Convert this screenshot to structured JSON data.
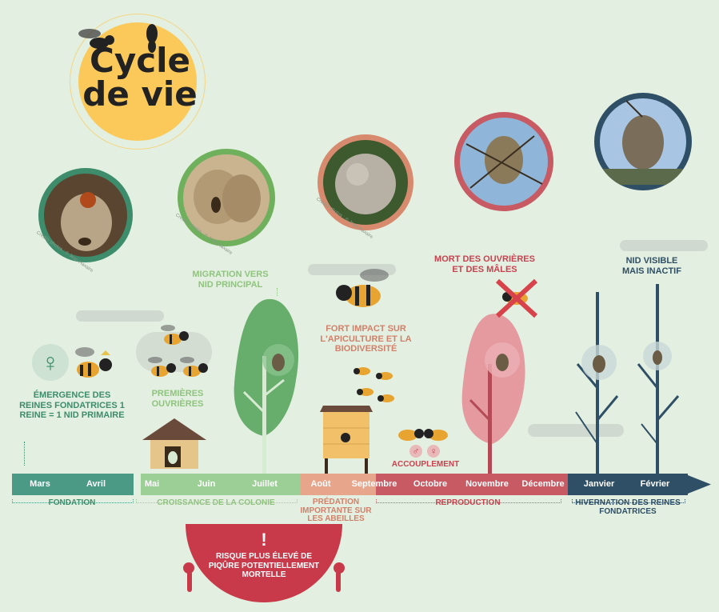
{
  "title": {
    "line1": "Cycle",
    "line2": "de vie"
  },
  "credits": {
    "c1": "Crédits photos : © Jean Haxaire",
    "c2": "Crédits photos : © Jean Haxaire",
    "c3": "Crédits photos : © Jean Haxaire"
  },
  "events": {
    "emergence": "Émergence des reines fondatrices 1 reine = 1 nid primaire",
    "premieres": "Premières ouvrières",
    "migration": "Migration vers nid principal",
    "impact": "Fort impact sur l'apiculture et la biodiversité",
    "mort": "Mort des ouvrières et des mâles",
    "visible": "Nid visible mais inactif",
    "accouplement": "Accouplement",
    "male_symbol": "♂",
    "female_symbol": "♀",
    "queen_symbol": "♀"
  },
  "months": [
    "Mars",
    "Avril",
    "Mai",
    "Juin",
    "Juillet",
    "Août",
    "Septembre",
    "Octobre",
    "Novembre",
    "Décembre",
    "Janvier",
    "Février"
  ],
  "phases": {
    "fondation": "Fondation",
    "croissance": "Croissance de la colonie",
    "predation": "Prédation importante sur les abeilles",
    "reproduction": "Reproduction",
    "hivernation": "Hivernation des reines fondatrices"
  },
  "risk": {
    "mark": "!",
    "text": "Risque plus élevé de piqûre potentiellement mortelle"
  },
  "colors": {
    "fondation": "#4a9a85",
    "croissance": "#9bcf95",
    "predation": "#e7a58b",
    "reproduction": "#c75a62",
    "hivernation": "#2f4f66",
    "risk": "#c83a4a",
    "sun": "#fac95a"
  }
}
